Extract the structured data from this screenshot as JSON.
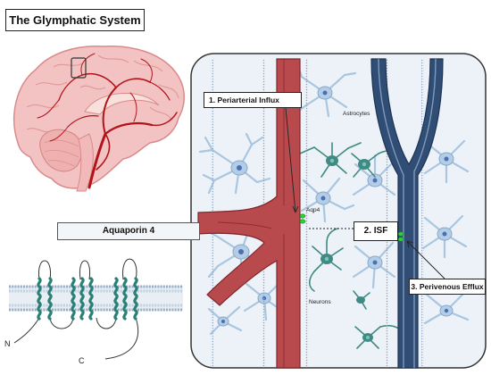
{
  "title": "The Glymphatic System",
  "aquaporin_label": "Aquaporin 4",
  "n_terminus": "N",
  "c_terminus": "C",
  "panel": {
    "influx_label": "1. Periarterial Influx",
    "astrocytes_label": "Astrocytes",
    "aqp4_label": "Aqp4",
    "isf_label": "2. ISF",
    "efflux_label": "3. Perivenous Efflux",
    "neurons_label": "Neurons"
  },
  "colors": {
    "artery": "#b84a4e",
    "vein": "#2f4d75",
    "astrocyte": "#a9c7e2",
    "neuron": "#3f8a82",
    "aqp4_channel": "#2ecf3a",
    "membrane": "#9fb2c6"
  }
}
